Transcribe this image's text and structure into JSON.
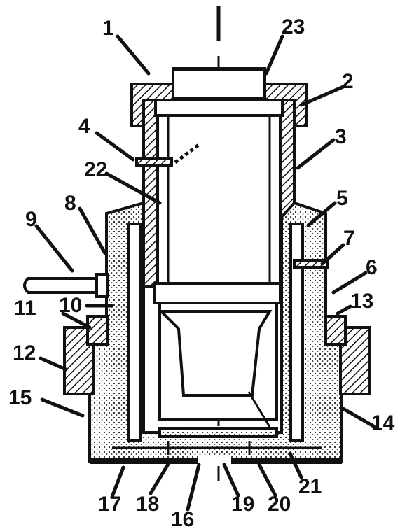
{
  "labels": {
    "n1": "1",
    "n2": "2",
    "n3": "3",
    "n4": "4",
    "n5": "5",
    "n6": "6",
    "n7": "7",
    "n8": "8",
    "n9": "9",
    "n10": "10",
    "n11": "11",
    "n12": "12",
    "n13": "13",
    "n14": "14",
    "n15": "15",
    "n16": "16",
    "n17": "17",
    "n18": "18",
    "n19": "19",
    "n20": "20",
    "n21": "21",
    "n22": "22",
    "n23": "23"
  }
}
